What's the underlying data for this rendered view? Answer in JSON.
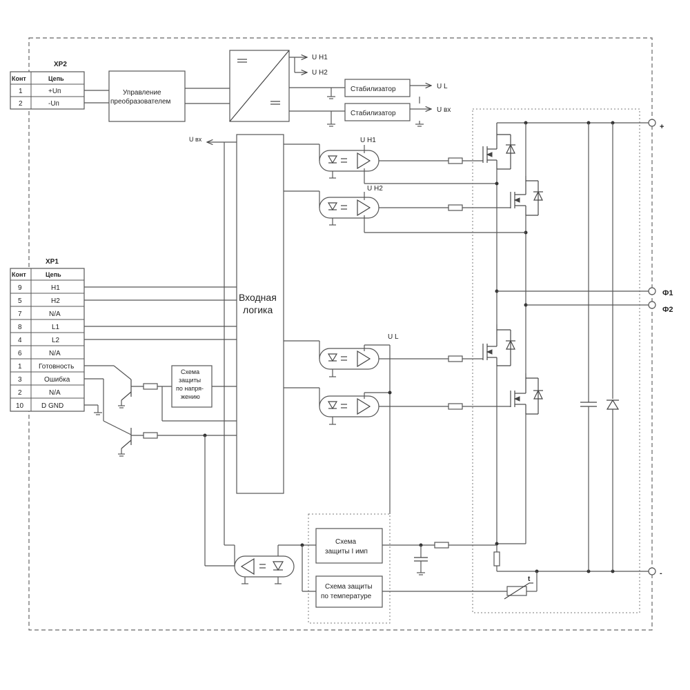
{
  "xp2": {
    "name": "XP2",
    "col_pin": "Конт",
    "col_net": "Цепь",
    "rows": [
      {
        "pin": "1",
        "net": "+Uп"
      },
      {
        "pin": "2",
        "net": "-Uп"
      }
    ]
  },
  "xp1": {
    "name": "XP1",
    "col_pin": "Конт",
    "col_net": "Цепь",
    "rows": [
      {
        "pin": "9",
        "net": "H1"
      },
      {
        "pin": "5",
        "net": "H2"
      },
      {
        "pin": "7",
        "net": "N/A"
      },
      {
        "pin": "8",
        "net": "L1"
      },
      {
        "pin": "4",
        "net": "L2"
      },
      {
        "pin": "6",
        "net": "N/A"
      },
      {
        "pin": "1",
        "net": "Готовность"
      },
      {
        "pin": "3",
        "net": "Ошибка"
      },
      {
        "pin": "2",
        "net": "N/A"
      },
      {
        "pin": "10",
        "net": "D GND"
      }
    ]
  },
  "blocks": {
    "converter_control": [
      "Управление",
      "преобразователем"
    ],
    "stabilizer_1": "Стабилизатор",
    "stabilizer_2": "Стабилизатор",
    "input_logic": [
      "Входная",
      "логика"
    ],
    "voltage_protection": [
      "Схема",
      "защиты",
      "по напря-",
      "жению"
    ],
    "pulse_protection": [
      "Схема",
      "защиты I имп"
    ],
    "temp_protection": [
      "Схема защиты",
      "по температуре"
    ]
  },
  "labels": {
    "uh1_out": "U H1",
    "uh2_out": "U H2",
    "ul_out": "U L",
    "uvx_out": "U вх",
    "uvx_left": "U вх",
    "uh1_drv": "U H1",
    "uh2_drv": "U H2",
    "ul_drv": "U L",
    "term_plus": "+",
    "term_f1": "Ф1",
    "term_f2": "Ф2",
    "term_minus": "-",
    "thermistor": "t"
  }
}
